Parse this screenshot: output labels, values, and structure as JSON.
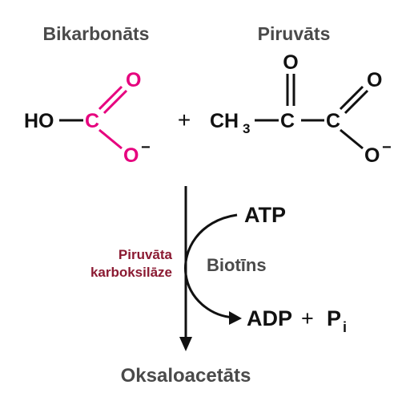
{
  "reactants": {
    "left_label": "Bikarbonāts",
    "right_label": "Piruvāts"
  },
  "bicarbonate": {
    "ho": "HO",
    "c": "C",
    "o_double": "O",
    "o_single": "O",
    "charge": "−"
  },
  "plus": "+",
  "pyruvate": {
    "ch": "CH",
    "sub3": "3",
    "c_middle": "C",
    "o_top": "O",
    "c_right": "C",
    "o_double": "O",
    "o_single": "O",
    "charge": "−"
  },
  "enzyme": {
    "line1": "Piruvāta",
    "line2": "karboksilāze"
  },
  "cofactor": "Biotīns",
  "inputs": {
    "atp": "ATP"
  },
  "outputs": {
    "adp": "ADP",
    "plus": "+",
    "p": "P",
    "p_sub": "i"
  },
  "product": "Oksaloacetāts",
  "colors": {
    "highlight": "#e6007e",
    "enzyme": "#8b1a32",
    "label": "#4a4a4a",
    "ink": "#111111"
  }
}
